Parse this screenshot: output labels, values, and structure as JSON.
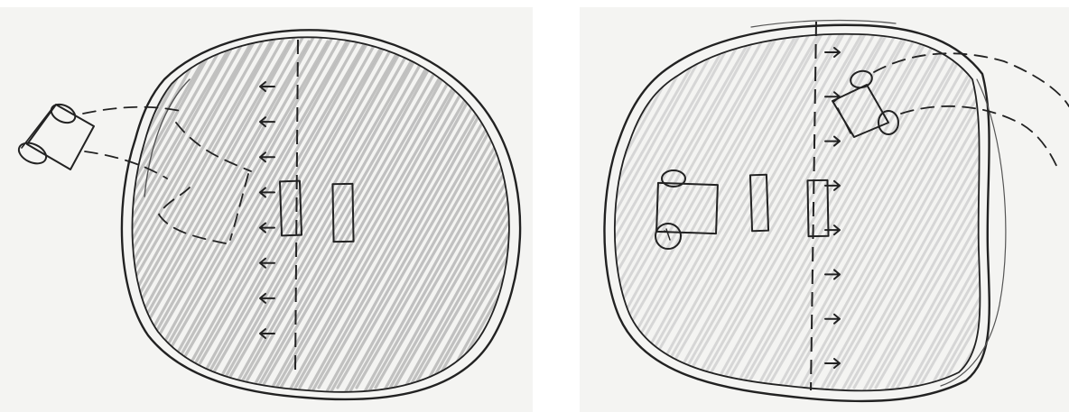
{
  "figures": [
    {
      "id": "left",
      "description_colors": {
        "ink": "#222222",
        "shading": "#b8b8b8",
        "paper": "#f4f4f2"
      },
      "arrow_direction": "left",
      "arrow_count": 8
    },
    {
      "id": "right",
      "description_colors": {
        "ink": "#222222",
        "shading": "#b8b8b8",
        "paper": "#f4f4f2"
      },
      "arrow_direction": "right",
      "arrow_count": 8
    }
  ]
}
